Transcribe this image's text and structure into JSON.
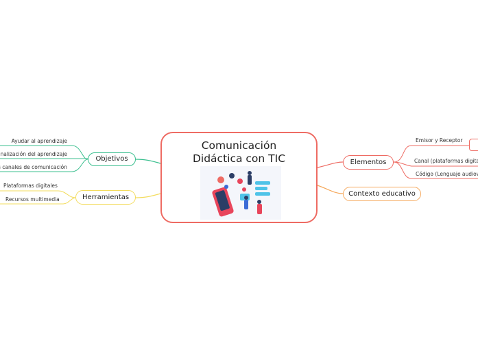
{
  "central": {
    "title_line1": "Comunicación",
    "title_line2": "Didáctica con TIC"
  },
  "branches": {
    "objetivos": {
      "label": "Objetivos",
      "color": "#3bbf8f",
      "items": [
        "Ayudar al aprendizaje",
        "Personalización del aprendizaje",
        "los canales de comunicación"
      ]
    },
    "herramientas": {
      "label": "Herramientas",
      "color": "#f3dc5e",
      "items": [
        "Plataformas digitales",
        "Recursos multimedia"
      ]
    },
    "elementos": {
      "label": "Elementos",
      "color": "#ee6b63",
      "items": [
        "Emisor y Receptor",
        "Canal (plataformas digitale",
        "Código (Lenguaje audiovis"
      ]
    },
    "contexto": {
      "label": "Contexto educativo",
      "color": "#f5a85c"
    }
  }
}
